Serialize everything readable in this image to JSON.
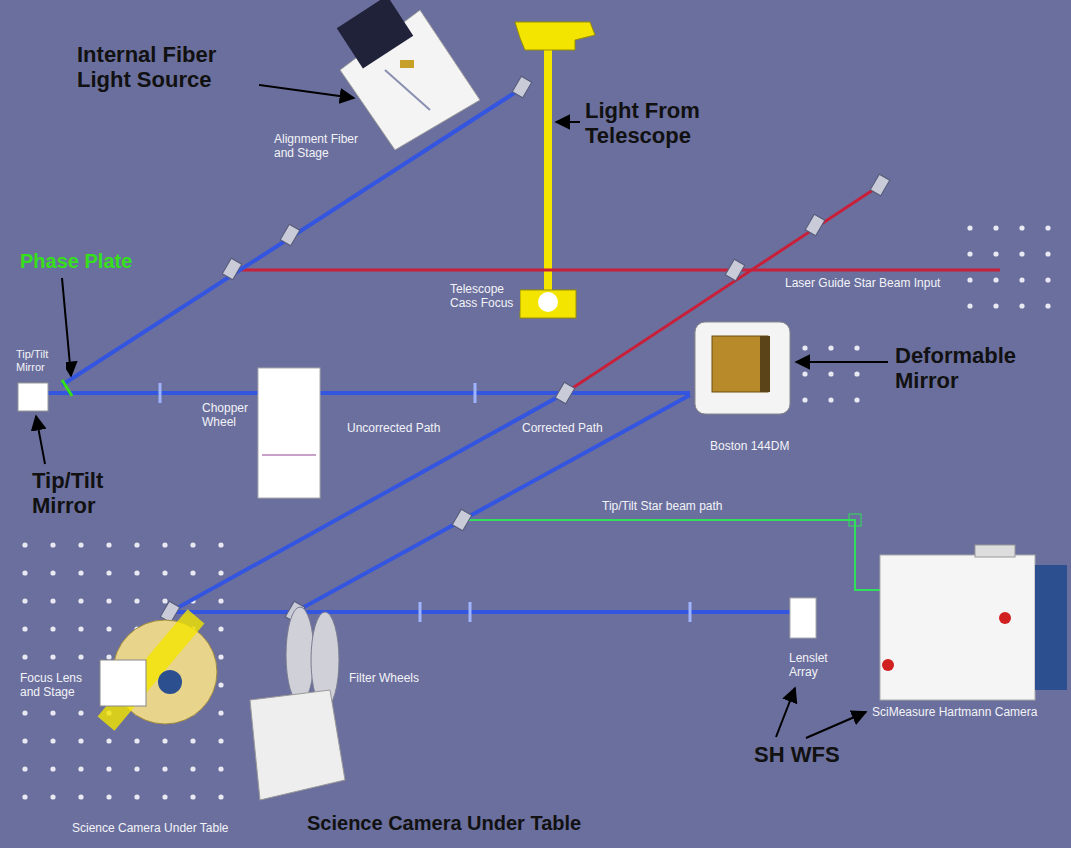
{
  "diagram": {
    "labels": [
      "Internal Fiber Light Source",
      "Alignment Fiber and Stage",
      "Light From Telescope",
      "Phase Plate",
      "Laser Guide Star Beam Input",
      "Telescope Cass Focus",
      "Deformable Mirror",
      "Tip/Tilt Mirror",
      "Chopper Wheel",
      "Uncorrected Path",
      "Corrected Path",
      "Boston 144DM",
      "Tip/Tilt Mirror",
      "Tip/Tilt Star beam path",
      "Focus Lens and Stage",
      "Filter Wheels",
      "Lenslet Array",
      "SciMeasure Hartmann Camera",
      "SH WFS",
      "Science Camera Under Table",
      "Science Camera Under Table"
    ]
  }
}
